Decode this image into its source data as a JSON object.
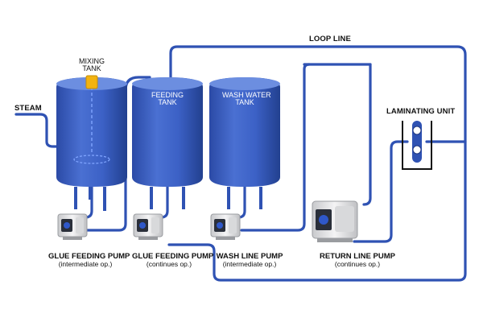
{
  "colors": {
    "pipe": "#2f52b3",
    "pipe_outline": "#1d357f",
    "tank_body": "#3a5fc4",
    "tank_highlight": "#6c8ee0",
    "pump_body": "#e9e9ea",
    "pump_dark": "#2a2f3a",
    "pump_accent": "#2f58c9",
    "agitator_motor": "#f2b311",
    "label_text": "#111111",
    "tank_label_text": "#ffffff"
  },
  "labels": {
    "loop_line": "LOOP LINE",
    "steam": "STEAM",
    "laminating_unit": "LAMINATING UNIT",
    "mixing_tank_line1": "MIXING",
    "mixing_tank_line2": "TANK",
    "feeding_tank_line1": "FEEDING",
    "feeding_tank_line2": "TANK",
    "wash_water_tank_line1": "WASH WATER",
    "wash_water_tank_line2": "TANK"
  },
  "pumps": [
    {
      "name": "GLUE FEEDING PUMP",
      "mode": "(intermediate op.)"
    },
    {
      "name": "GLUE FEEDING PUMP",
      "mode": "(continues op.)"
    },
    {
      "name": "WASH LINE PUMP",
      "mode": "(intermediate op.)"
    },
    {
      "name": "RETURN LINE PUMP",
      "mode": "(continues op.)"
    }
  ],
  "icons": {
    "mixing_motor": "agitator-motor-icon",
    "pump": "diaphragm-pump-icon",
    "laminating_rollers": "roller-pair-icon"
  }
}
